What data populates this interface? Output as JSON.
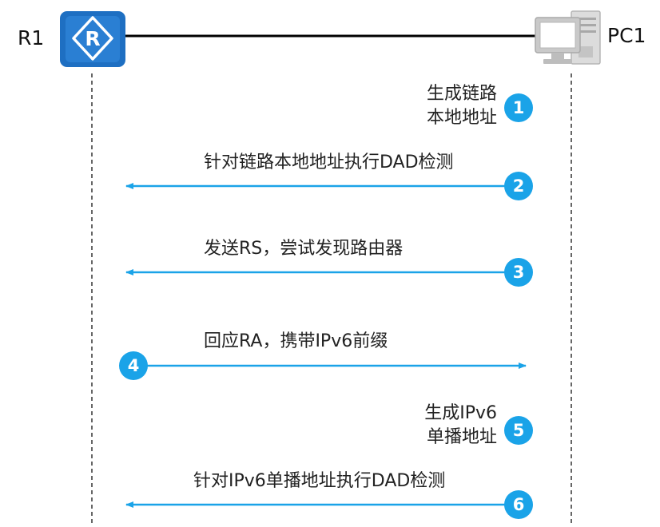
{
  "nodes": {
    "router": {
      "label": "R1",
      "icon": "router-icon"
    },
    "pc": {
      "label": "PC1",
      "icon": "pc-icon"
    }
  },
  "colors": {
    "router_fill": "#1e6fc2",
    "arrow": "#1aa3e8",
    "badge": "#1aa3e8",
    "link": "#000000",
    "lifeline": "#000000",
    "pc_body": "#c8c8c8"
  },
  "steps": [
    {
      "number": "1",
      "text_line1": "生成链路",
      "text_line2": "本地地址",
      "direction": "none"
    },
    {
      "number": "2",
      "text": "针对链路本地地址执行DAD检测",
      "direction": "pc-to-router"
    },
    {
      "number": "3",
      "text": "发送RS，尝试发现路由器",
      "direction": "pc-to-router"
    },
    {
      "number": "4",
      "text": "回应RA，携带IPv6前缀",
      "direction": "router-to-pc"
    },
    {
      "number": "5",
      "text_line1": "生成IPv6",
      "text_line2": "单播地址",
      "direction": "none"
    },
    {
      "number": "6",
      "text": "针对IPv6单播地址执行DAD检测",
      "direction": "pc-to-router"
    }
  ]
}
